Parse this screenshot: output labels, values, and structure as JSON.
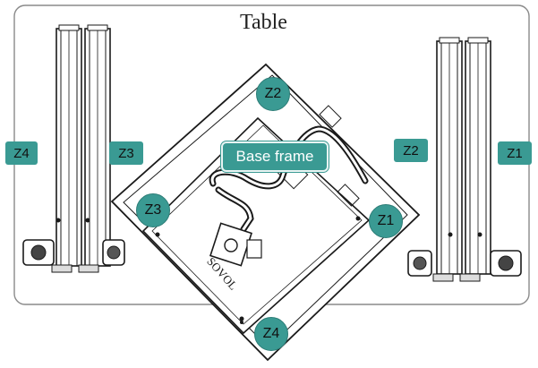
{
  "diagram": {
    "title": "Table",
    "center_label": "Base frame",
    "corner_labels": {
      "top": "Z2",
      "left": "Z3",
      "right": "Z1",
      "bottom": "Z4"
    },
    "side_labels": {
      "left_outer": "Z4",
      "left_inner": "Z3",
      "right_inner": "Z2",
      "right_outer": "Z1"
    },
    "brand_text": "SOVOL",
    "colors": {
      "accent": "#3a9a93",
      "line": "#1a1a1a",
      "table_border": "#888888"
    }
  }
}
